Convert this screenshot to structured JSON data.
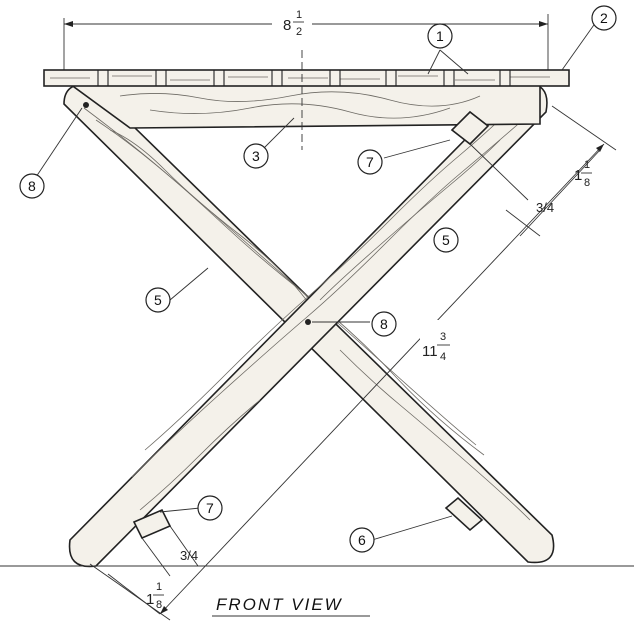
{
  "drawing": {
    "title": "FRONT VIEW",
    "dimensions": {
      "top_width": {
        "whole": "8",
        "num": "1",
        "den": "2"
      },
      "leg_length": {
        "whole": "11",
        "num": "3",
        "den": "4"
      },
      "upper_offset": {
        "whole": "1",
        "num": "1",
        "den": "8"
      },
      "upper_block": "3/4",
      "lower_block": "3/4",
      "lower_offset": {
        "whole": "1",
        "num": "1",
        "den": "8"
      }
    },
    "callouts": {
      "slats": "1",
      "end_slat": "2",
      "rail": "3",
      "leg_left": "5",
      "leg_right": "5",
      "stop_block": "6",
      "block_upper": "7",
      "block_lower": "7",
      "pivot_top": "8",
      "pivot_center": "8"
    }
  }
}
